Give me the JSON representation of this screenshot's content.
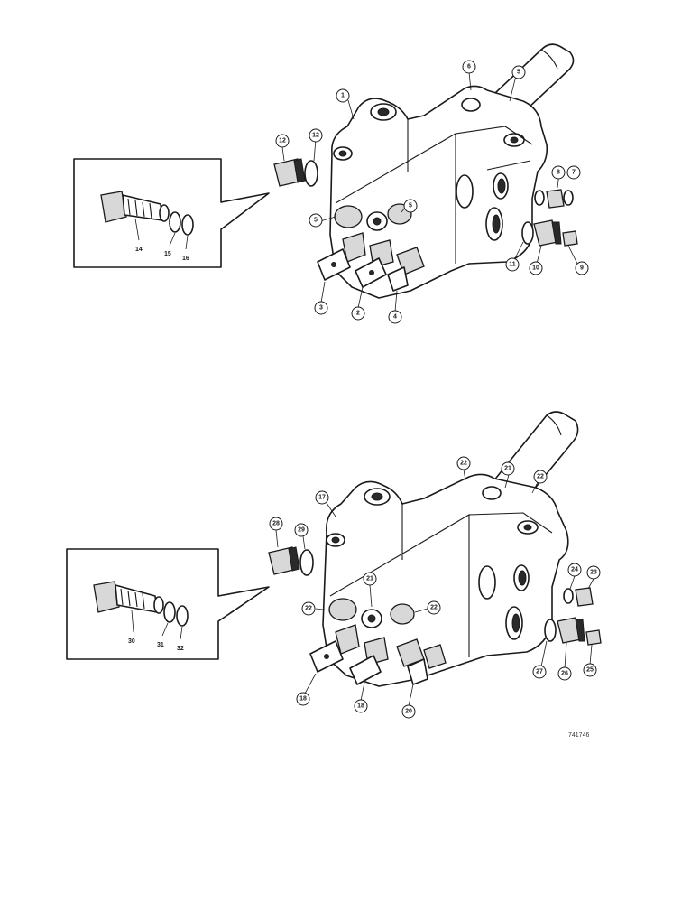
{
  "figure_id": "741746",
  "upper_view": {
    "callouts": [
      "1",
      "2",
      "3",
      "4",
      "5",
      "5",
      "6",
      "5",
      "7",
      "8",
      "9",
      "10",
      "11",
      "12",
      "12"
    ],
    "inset_labels": [
      "14",
      "15",
      "16"
    ]
  },
  "lower_view": {
    "callouts": [
      "17",
      "18",
      "18",
      "20",
      "21",
      "22",
      "21",
      "22",
      "22",
      "22",
      "23",
      "24",
      "25",
      "26",
      "27",
      "28",
      "29"
    ],
    "inset_labels": [
      "30",
      "31",
      "32"
    ]
  }
}
